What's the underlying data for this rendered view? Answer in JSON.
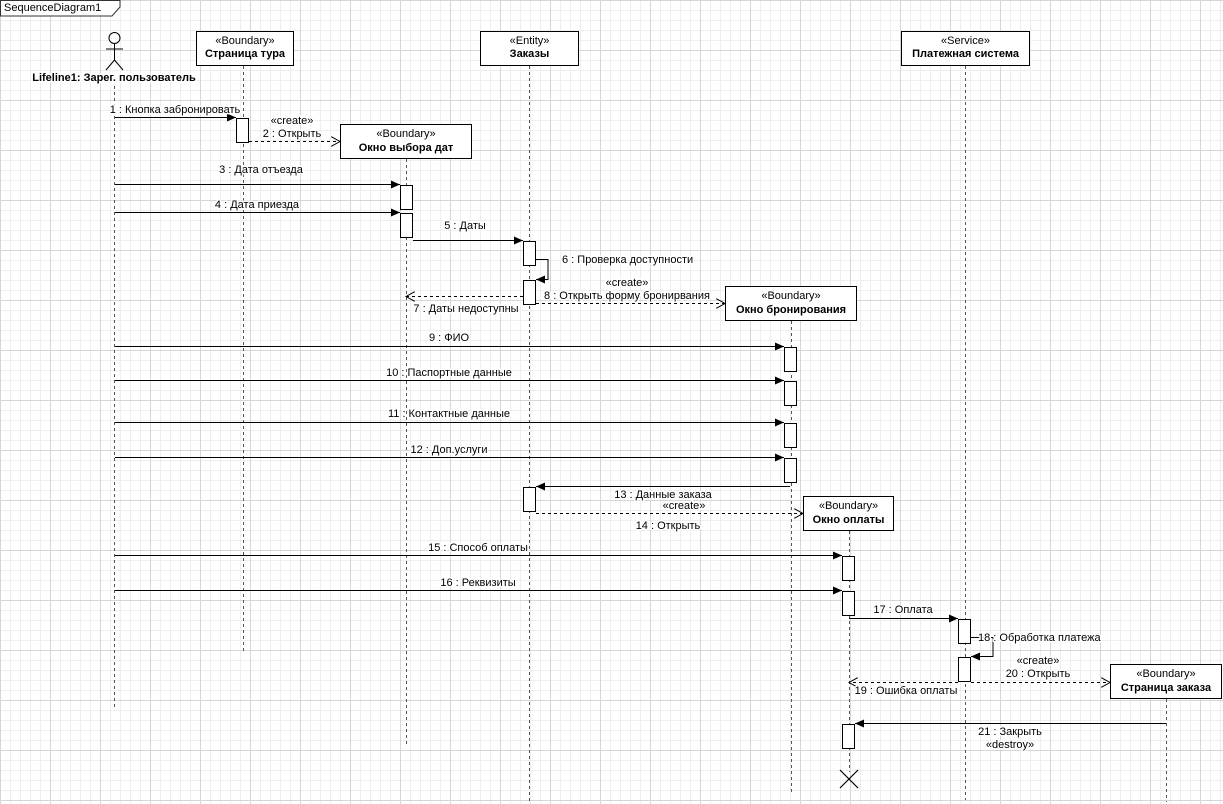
{
  "frame_title": "SequenceDiagram1",
  "actor": {
    "label": "Lifeline1: Зарег. пользователь"
  },
  "lifelines": [
    {
      "id": "tour_page",
      "stereotype": "«Boundary»",
      "name": "Страница тура"
    },
    {
      "id": "orders",
      "stereotype": "«Entity»",
      "name": "Заказы"
    },
    {
      "id": "payment_system",
      "stereotype": "«Service»",
      "name": "Платежная система"
    },
    {
      "id": "date_window",
      "stereotype": "«Boundary»",
      "name": "Окно выбора дат"
    },
    {
      "id": "booking_window",
      "stereotype": "«Boundary»",
      "name": "Окно бронирования"
    },
    {
      "id": "payment_window",
      "stereotype": "«Boundary»",
      "name": "Окно оплаты"
    },
    {
      "id": "order_page",
      "stereotype": "«Boundary»",
      "name": "Страница заказа"
    }
  ],
  "messages": [
    {
      "label": "1 : Кнопка забронировать",
      "kind": "sync"
    },
    {
      "label": "2 : Открыть",
      "stereotype": "«create»",
      "kind": "create"
    },
    {
      "label": "3 : Дата отъезда",
      "kind": "sync"
    },
    {
      "label": "4 : Дата приезда",
      "kind": "sync"
    },
    {
      "label": "5 : Даты",
      "kind": "sync"
    },
    {
      "label": "6 : Проверка доступности",
      "kind": "self"
    },
    {
      "label": "7 : Даты недоступны",
      "kind": "return"
    },
    {
      "label": "8 : Открыть форму бронирвания",
      "stereotype": "«create»",
      "kind": "create"
    },
    {
      "label": "9 : ФИО",
      "kind": "sync"
    },
    {
      "label": "10 : Паспортные данные",
      "kind": "sync"
    },
    {
      "label": "11 : Контактные данные",
      "kind": "sync"
    },
    {
      "label": "12 : Доп.услуги",
      "kind": "sync"
    },
    {
      "label": "13 : Данные заказа",
      "kind": "sync"
    },
    {
      "label": "14 : Открыть",
      "stereotype": "«create»",
      "kind": "create"
    },
    {
      "label": "15 : Способ оплаты",
      "kind": "sync"
    },
    {
      "label": "16 : Реквизиты",
      "kind": "sync"
    },
    {
      "label": "17 : Оплата",
      "kind": "sync"
    },
    {
      "label": "18 : Обработка платежа",
      "kind": "self"
    },
    {
      "label": "19 : Ошибка оплаты",
      "kind": "return"
    },
    {
      "label": "20 : Открыть",
      "stereotype": "«create»",
      "kind": "create"
    },
    {
      "label": "21 : Закрыть",
      "stereotype": "«destroy»",
      "kind": "destroy"
    }
  ]
}
